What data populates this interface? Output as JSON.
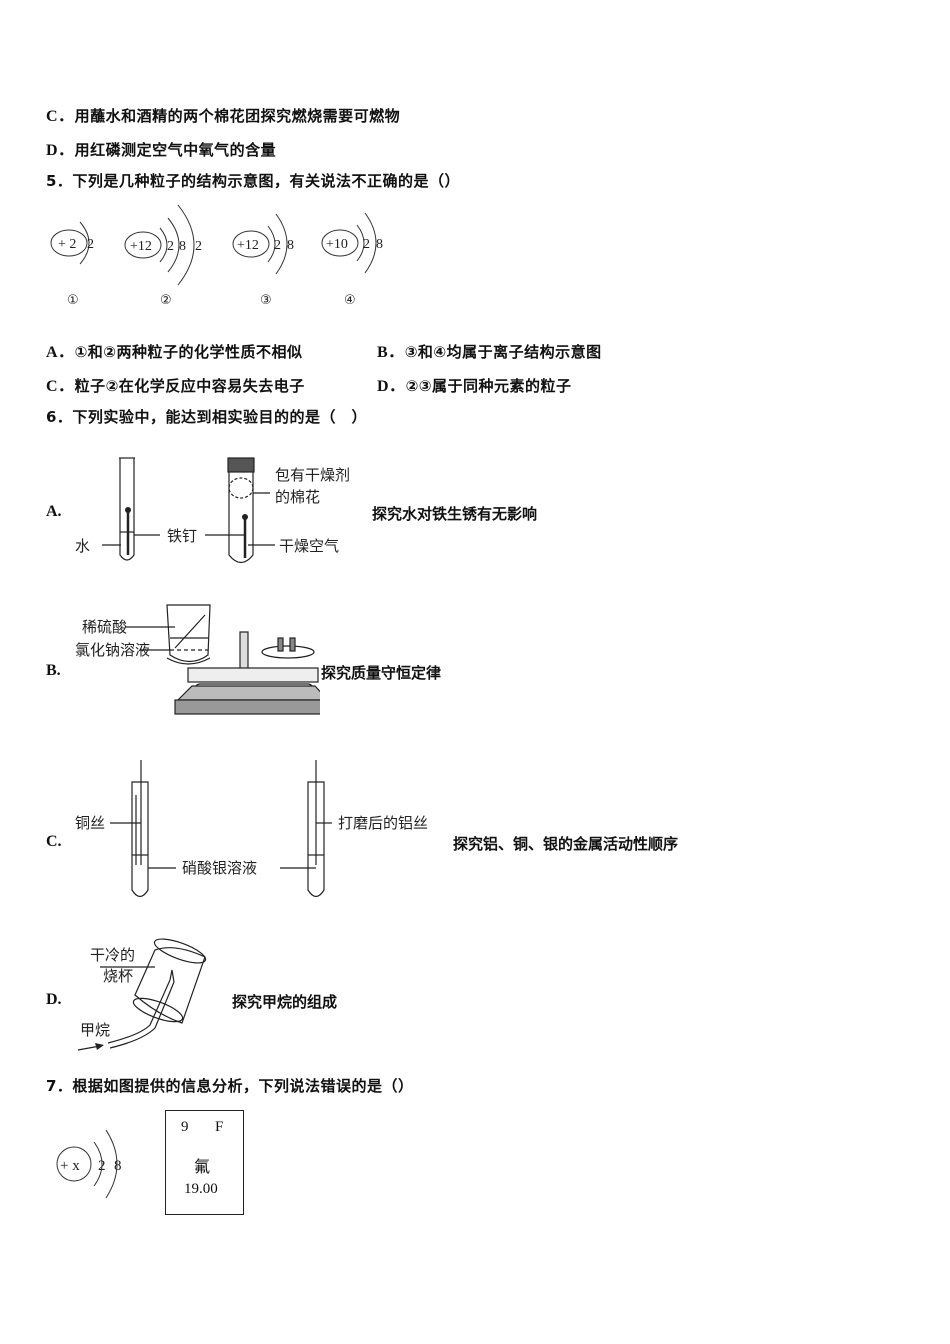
{
  "q4_options": {
    "C": {
      "label": "C．",
      "text": "用蘸水和酒精的两个棉花团探究燃烧需要可燃物"
    },
    "D": {
      "label": "D．",
      "text": "用红磷测定空气中氧气的含量"
    }
  },
  "q5": {
    "stem": "5．下列是几种粒子的结构示意图，有关说法不正确的是（）",
    "particles": [
      {
        "nucleus": "+ 2",
        "shells": [
          "2"
        ],
        "marker": "①"
      },
      {
        "nucleus": "+12",
        "shells": [
          "2",
          "8",
          "2"
        ],
        "marker": "②"
      },
      {
        "nucleus": "+12",
        "shells": [
          "2",
          "8"
        ],
        "marker": "③"
      },
      {
        "nucleus": "+10",
        "shells": [
          "2",
          "8"
        ],
        "marker": "④"
      }
    ],
    "options": [
      {
        "label": "A．",
        "text": "①和②两种粒子的化学性质不相似"
      },
      {
        "label": "B．",
        "text": "③和④均属于离子结构示意图"
      },
      {
        "label": "C．",
        "text": "粒子②在化学反应中容易失去电子"
      },
      {
        "label": "D．",
        "text": "②③属于同种元素的粒子"
      }
    ]
  },
  "q6": {
    "stem": "6．下列实验中，能达到相实验目的的是（　）",
    "options": [
      {
        "label": "A.",
        "caption": "探究水对铁生锈有无影响",
        "figure_labels": {
          "water": "水",
          "nail": "铁钉",
          "cotton_1": "包有干燥剂",
          "cotton_2": "的棉花",
          "dry_air": "干燥空气"
        }
      },
      {
        "label": "B.",
        "caption": "探究质量守恒定律",
        "figure_labels": {
          "acid": "稀硫酸",
          "salt": "氯化钠溶液"
        }
      },
      {
        "label": "C.",
        "caption": "探究铝、铜、银的金属活动性顺序",
        "figure_labels": {
          "copper": "铜丝",
          "solution": "硝酸银溶液",
          "aluminum": "打磨后的铝丝"
        }
      },
      {
        "label": "D.",
        "caption": "探究甲烷的组成",
        "figure_labels": {
          "beaker_1": "干冷的",
          "beaker_2": "烧杯",
          "methane": "甲烷"
        }
      }
    ]
  },
  "q7": {
    "stem": "7．根据如图提供的信息分析，下列说法错误的是（）",
    "atom": {
      "nucleus": "+ x",
      "shells": [
        "2",
        "8"
      ]
    },
    "element_card": {
      "number": "9",
      "symbol": "F",
      "name": "氟",
      "mass": "19.00"
    }
  }
}
